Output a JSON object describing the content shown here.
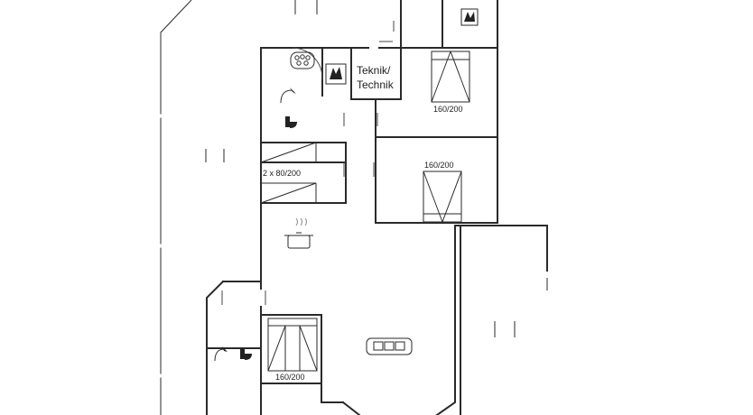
{
  "rooms": {
    "technik": {
      "line1": "Teknik/",
      "line2": "Technik"
    },
    "bed_top": {
      "size": "160/200"
    },
    "bed_middle": {
      "size": "160/200"
    },
    "bed_bottom": {
      "size": "160/200"
    },
    "bunk": {
      "size": "2 x 80/200"
    }
  },
  "icons": [
    "shower-icon",
    "toilet-icon",
    "jacuzzi-icon",
    "sauna-icon",
    "stove-pot-icon",
    "sofa-icon",
    "bed-icon"
  ],
  "colors": {
    "line": "#2a2a2a",
    "background": "#ffffff"
  }
}
